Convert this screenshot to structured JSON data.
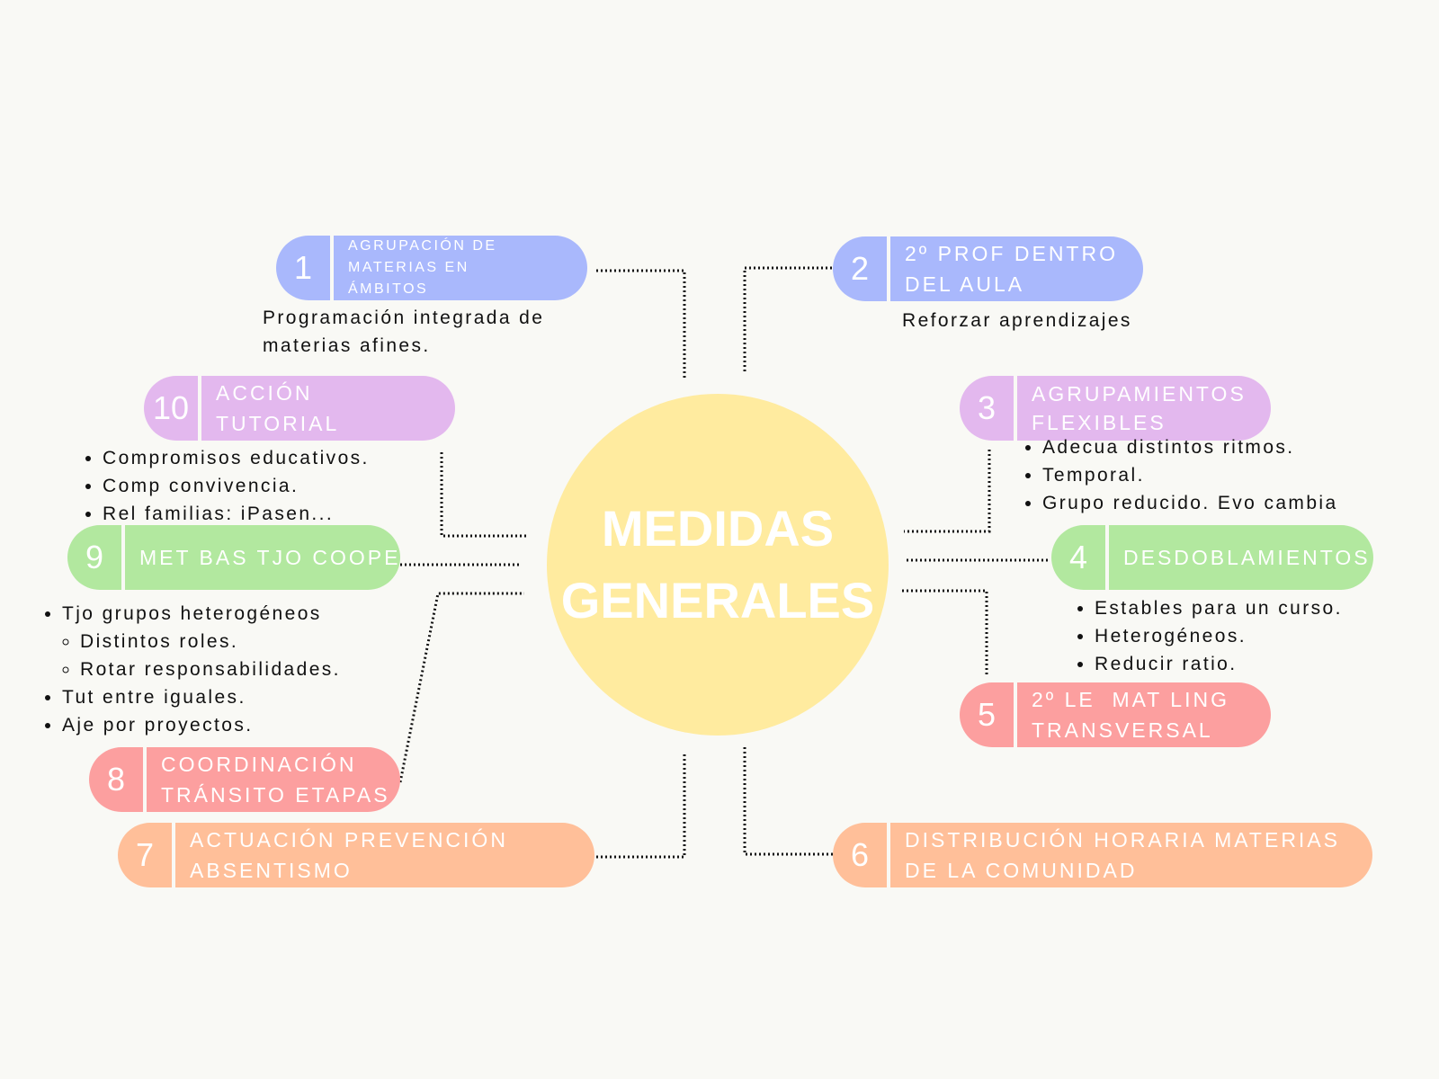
{
  "center": {
    "line1": "MEDIDAS",
    "line2": "GENERALES"
  },
  "nodes": [
    {
      "num": "1",
      "label": "AGRUPACIÓN DE MATERIAS EN ÁMBITOS",
      "desc": "Programación integrada de materias afines."
    },
    {
      "num": "2",
      "label": "2º PROF DENTRO DEL AULA",
      "desc": "Reforzar aprendizajes"
    },
    {
      "num": "3",
      "label": "AGRUPAMIENTOS FLEXIBLES",
      "items": [
        "Adecua distintos ritmos.",
        "Temporal.",
        "Grupo reducido. Evo cambia"
      ]
    },
    {
      "num": "4",
      "label": "DESDOBLAMIENTOS",
      "items": [
        "Estables para un curso.",
        "Heterogéneos.",
        "Reducir ratio."
      ]
    },
    {
      "num": "5",
      "label": "2º LE  MAT LING TRANSVERSAL"
    },
    {
      "num": "6",
      "label": "DISTRIBUCIÓN HORARIA MATERIAS DE LA COMUNIDAD"
    },
    {
      "num": "7",
      "label": "ACTUACIÓN PREVENCIÓN ABSENTISMO"
    },
    {
      "num": "8",
      "label": "COORDINACIÓN TRÁNSITO ETAPAS"
    },
    {
      "num": "9",
      "label": "MET BAS TJO COOPE",
      "items": [
        "Tjo grupos heterogéneos",
        "Distintos roles.",
        "Rotar responsabilidades.",
        "Tut entre iguales.",
        "Aje por proyectos."
      ]
    },
    {
      "num": "10",
      "label": "ACCIÓN TUTORIAL",
      "items": [
        "Compromisos educativos.",
        "Comp convivencia.",
        "Rel familias: iPasen..."
      ]
    }
  ],
  "colors": {
    "blue": "#a9b8fc",
    "purple": "#e3b8ee",
    "green": "#b2e89f",
    "pink": "#fc9f9f",
    "orange": "#ffbf99",
    "yellow": "#ffeb9f"
  }
}
